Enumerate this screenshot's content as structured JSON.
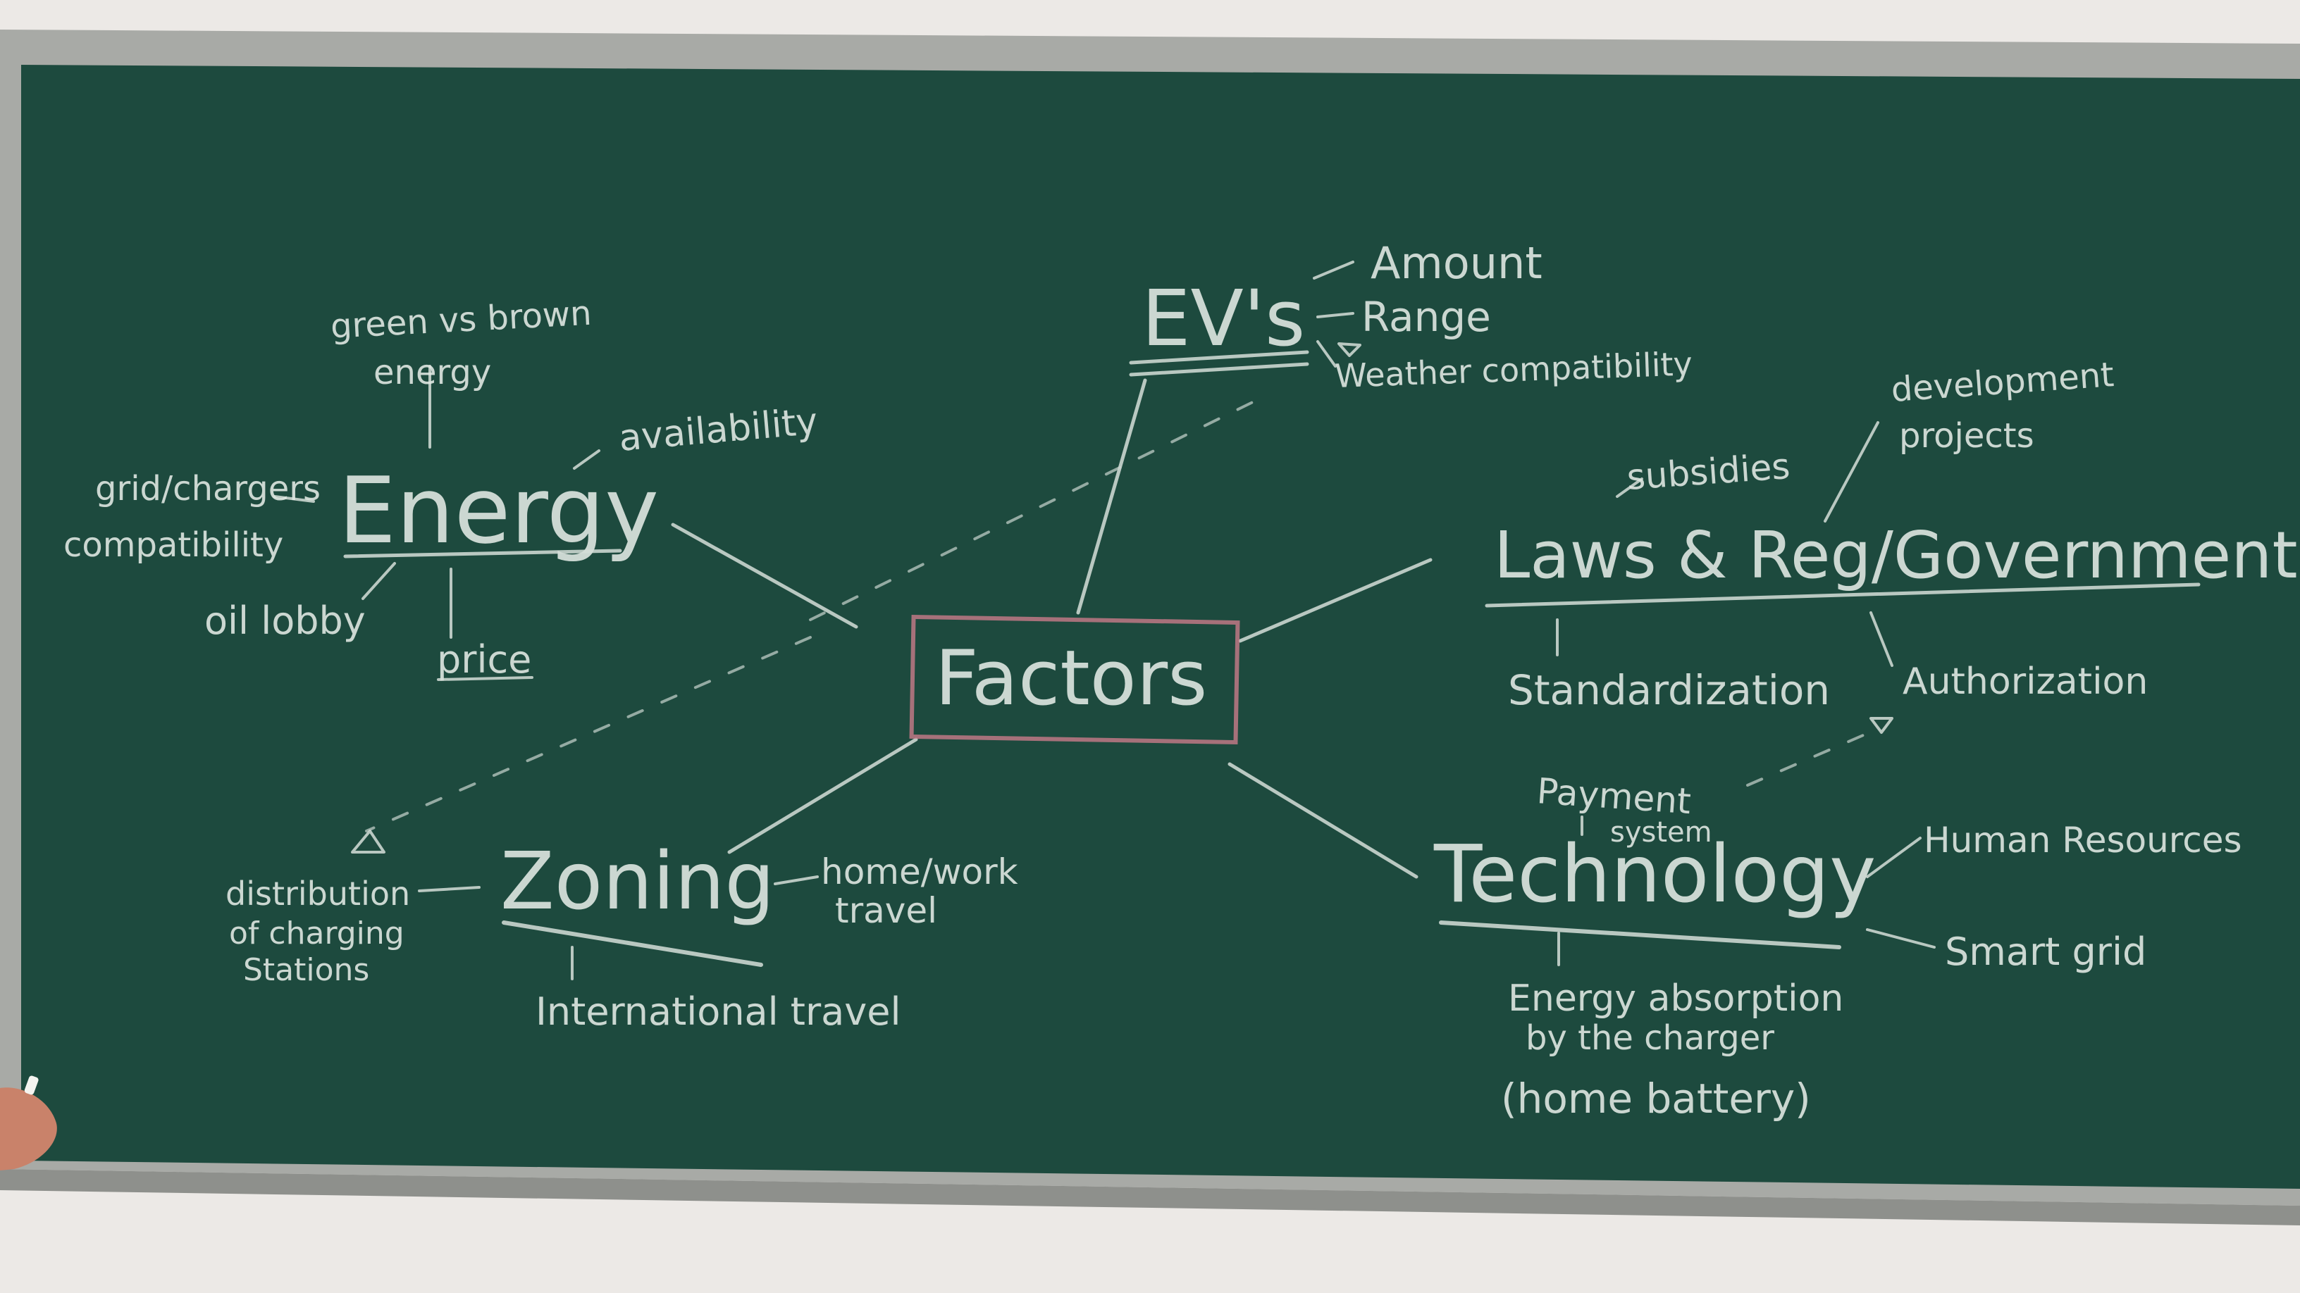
{
  "colors": {
    "wall": "#ece9e6",
    "board": "#1d4a3e",
    "frame": "#a8aaa6",
    "chalk": "#dfe7e1",
    "center_box": "#c97a8a"
  },
  "center": {
    "label": "Factors"
  },
  "evs": {
    "title": "EV's",
    "items": [
      "Amount",
      "Range",
      "Weather compatibility"
    ]
  },
  "energy": {
    "title": "Energy",
    "green_brown": [
      "green vs brown",
      "energy"
    ],
    "availability": "availability",
    "grid": [
      "grid/chargers",
      "compatibility"
    ],
    "oil_lobby": "oil lobby",
    "price": "price"
  },
  "laws": {
    "title": "Laws & Reg/Government",
    "subsidies": "subsidies",
    "development": [
      "development",
      "projects"
    ],
    "standardization": "Standardization",
    "authorization": "Authorization"
  },
  "zoning": {
    "title": "Zoning",
    "distribution": [
      "distribution",
      "of charging",
      "Stations"
    ],
    "home_work": [
      "home/work",
      "travel"
    ],
    "international": "International travel"
  },
  "technology": {
    "title": "Technology",
    "payment": [
      "Payment",
      "system"
    ],
    "human_resources": "Human Resources",
    "smart_grid": "Smart grid",
    "energy_absorption": [
      "Energy absorption",
      "by the charger",
      "(home battery)"
    ]
  }
}
